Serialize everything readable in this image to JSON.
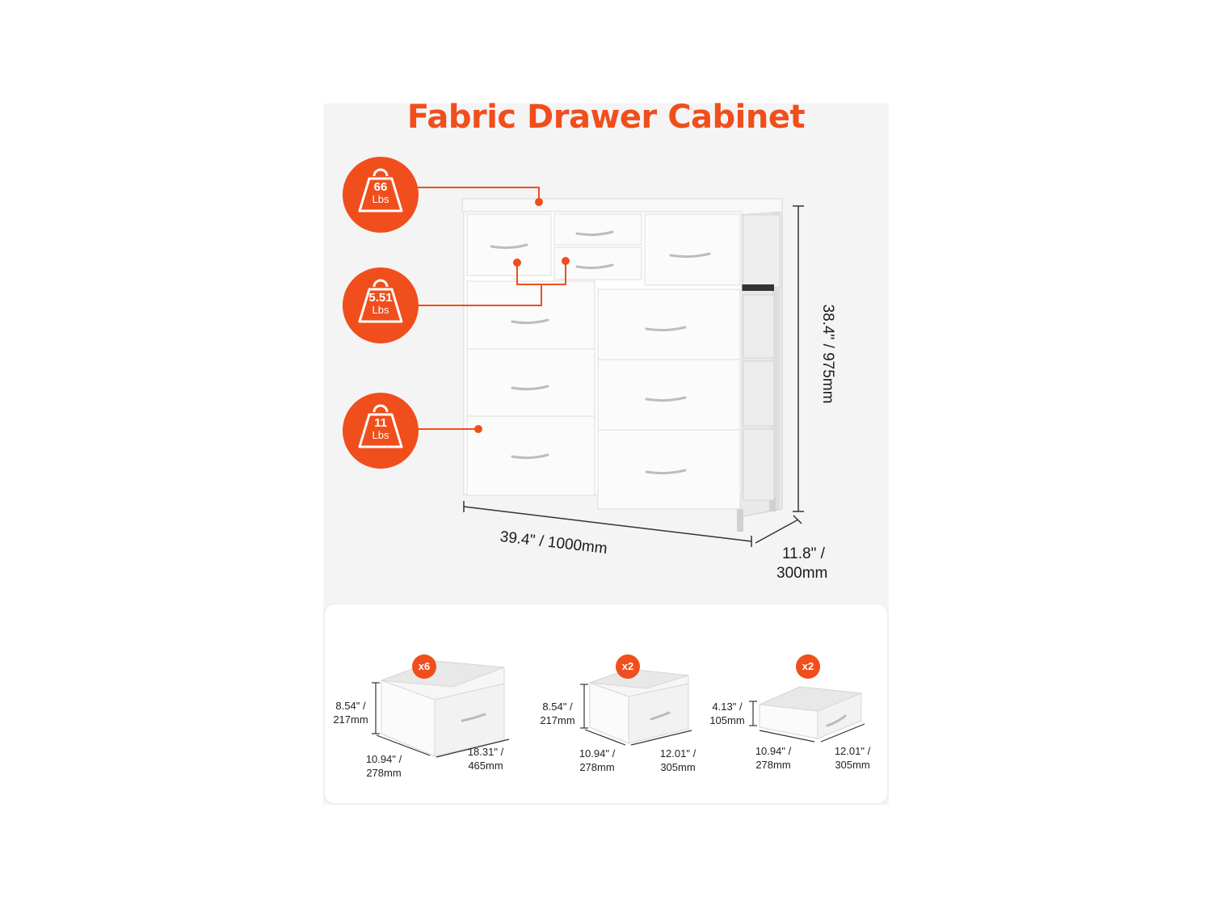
{
  "title": "Fabric Drawer Cabinet",
  "weights": [
    {
      "value": "66",
      "unit": "Lbs"
    },
    {
      "value": "5.51",
      "unit": "Lbs"
    },
    {
      "value": "11",
      "unit": "Lbs"
    }
  ],
  "dimensions": {
    "height": "38.4\" / 975mm",
    "width": "39.4\" / 1000mm",
    "depth_line1": "11.8\" /",
    "depth_line2": "300mm"
  },
  "drawers": [
    {
      "qty": "x6",
      "h1": "8.54\" /",
      "h2": "217mm",
      "d1": "10.94\" /",
      "d2": "278mm",
      "w1": "18.31\" /",
      "w2": "465mm"
    },
    {
      "qty": "x2",
      "h1": "8.54\" /",
      "h2": "217mm",
      "d1": "10.94\" /",
      "d2": "278mm",
      "w1": "12.01\" /",
      "w2": "305mm"
    },
    {
      "qty": "x2",
      "h1": "4.13\" /",
      "h2": "105mm",
      "d1": "10.94\" /",
      "d2": "278mm",
      "w1": "12.01\" /",
      "w2": "305mm"
    }
  ],
  "colors": {
    "accent": "#f04e1c",
    "panel": "#f4f4f4",
    "drawer": "#ffffff"
  },
  "icons": [
    "weight-icon"
  ]
}
